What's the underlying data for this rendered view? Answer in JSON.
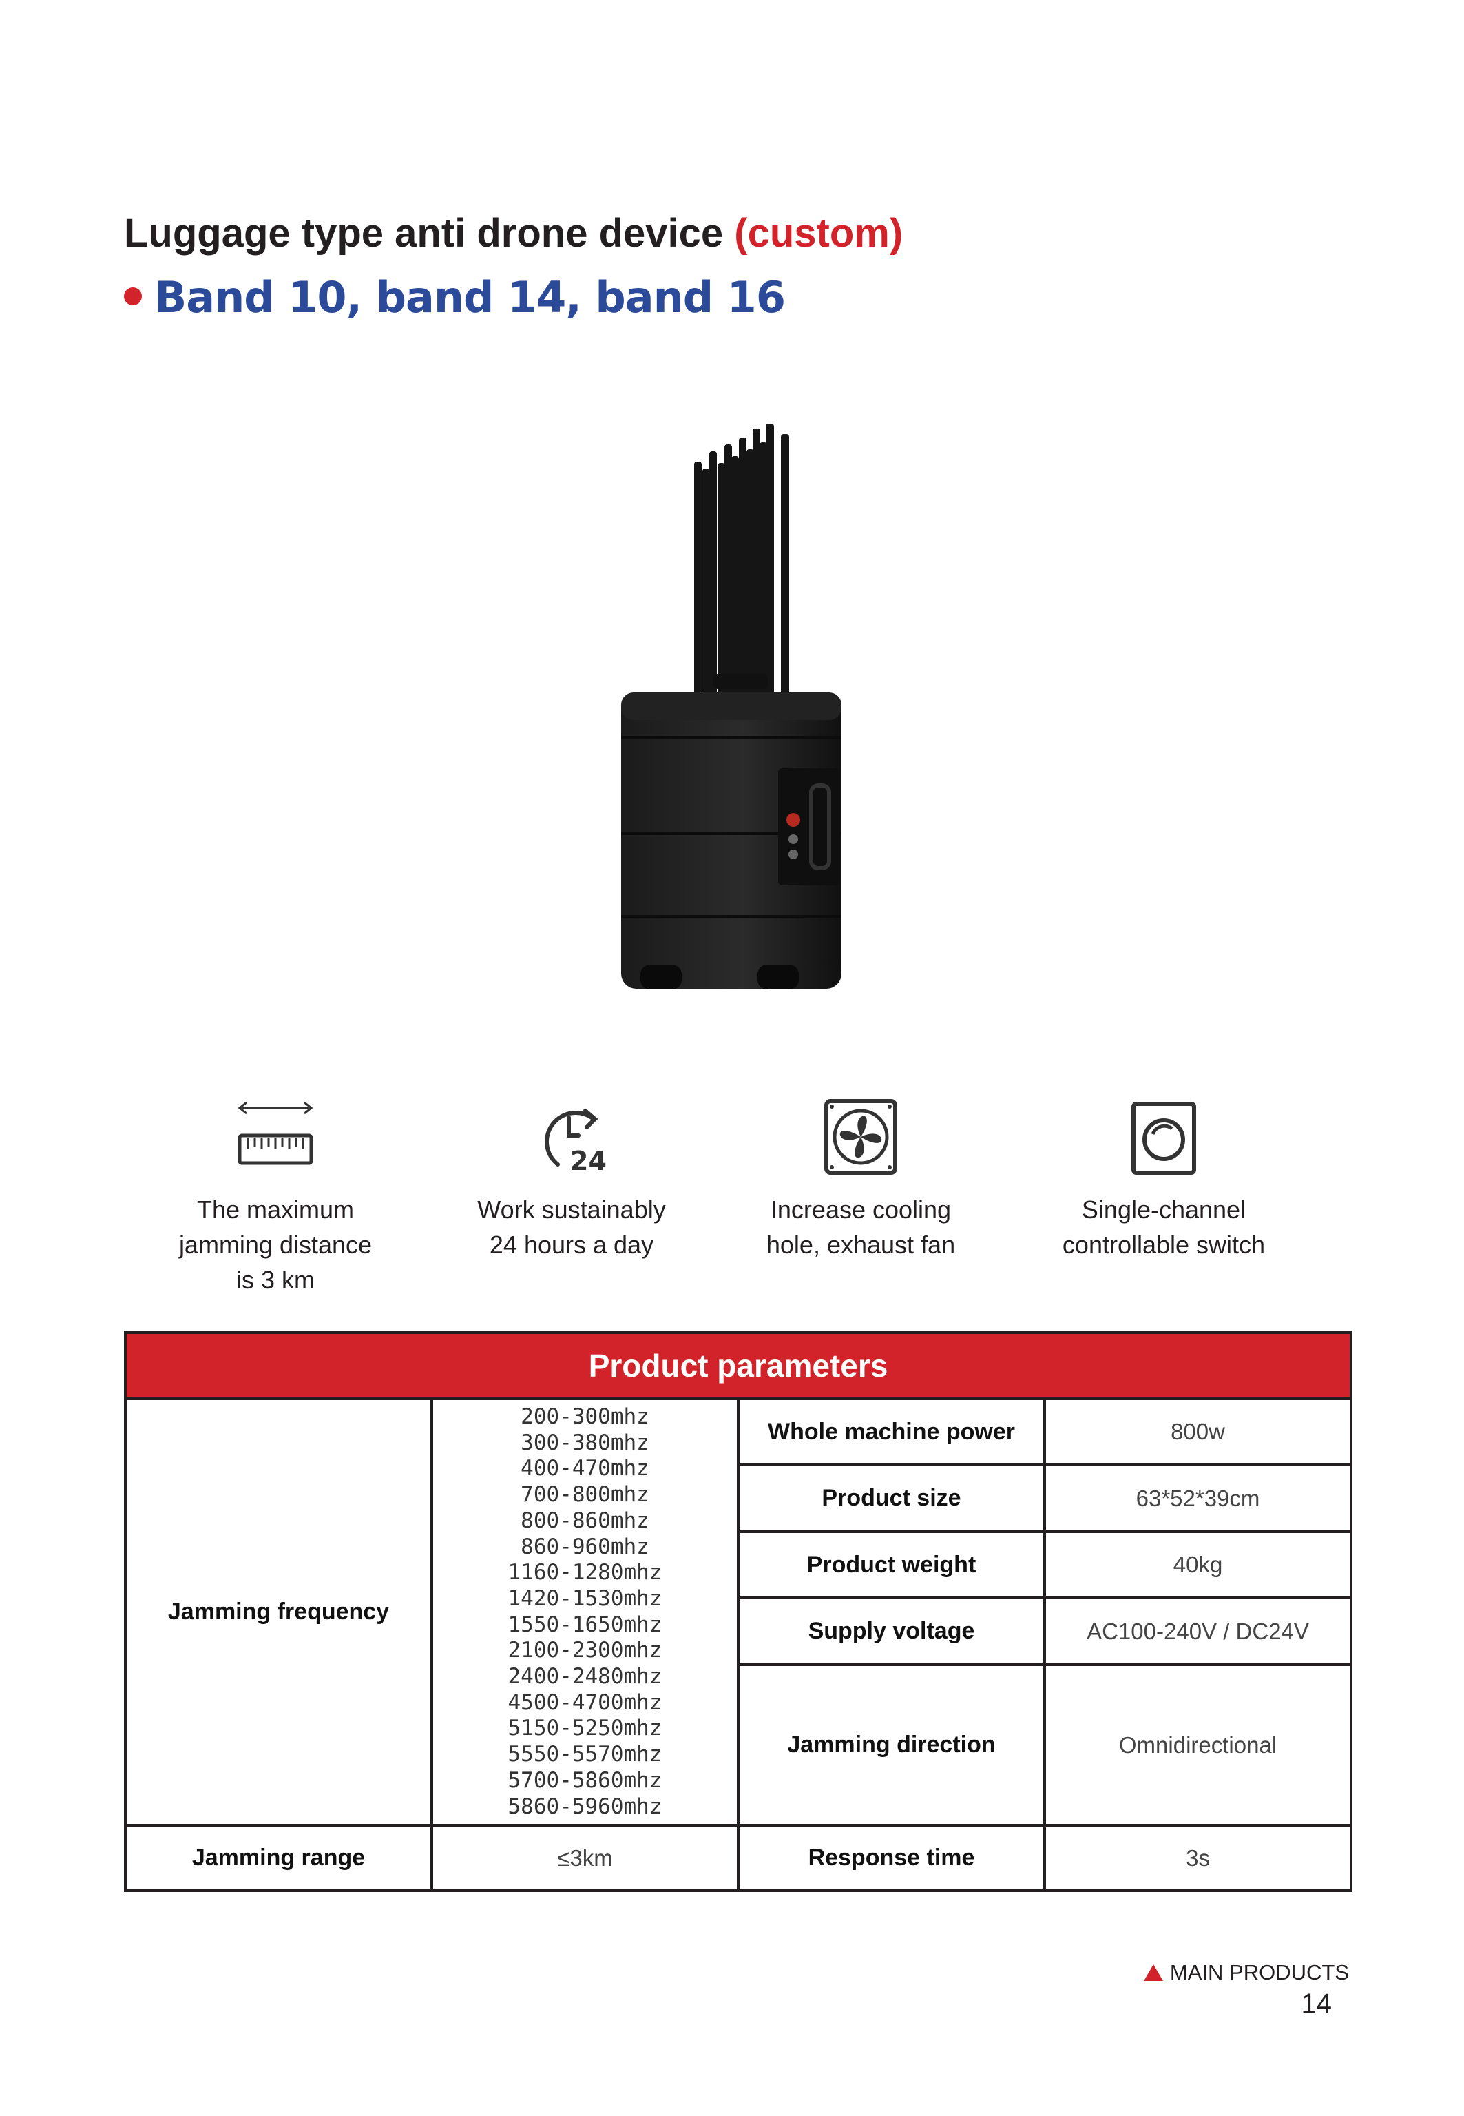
{
  "header": {
    "title": "Luggage type anti drone device",
    "title_accent": "(custom)",
    "subtitle": "Band 10, band 14, band 16"
  },
  "image": {
    "description_icon": "product-photo-jammer-suitcase"
  },
  "features": [
    {
      "icon": "ruler-distance-icon",
      "text": "The maximum\njamming distance\nis 3 km"
    },
    {
      "icon": "clock-24h-icon",
      "text": "Work sustainably\n24 hours a day"
    },
    {
      "icon": "fan-icon",
      "text": "Increase cooling\nhole, exhaust fan"
    },
    {
      "icon": "switch-icon",
      "text": "Single-channel\ncontrollable switch"
    }
  ],
  "table": {
    "header": "Product parameters",
    "jamming_frequency_label": "Jamming frequency",
    "frequencies": [
      "200-300mhz",
      "300-380mhz",
      "400-470mhz",
      "700-800mhz",
      "800-860mhz",
      "860-960mhz",
      "1160-1280mhz",
      "1420-1530mhz",
      "1550-1650mhz",
      "2100-2300mhz",
      "2400-2480mhz",
      "4500-4700mhz",
      "5150-5250mhz",
      "5550-5570mhz",
      "5700-5860mhz",
      "5860-5960mhz"
    ],
    "rows": [
      {
        "label": "Whole machine power",
        "value": "800w"
      },
      {
        "label": "Product size",
        "value": "63*52*39cm"
      },
      {
        "label": "Product weight",
        "value": "40kg"
      },
      {
        "label": "Supply voltage",
        "value": "AC100-240V / DC24V"
      },
      {
        "label": "Jamming direction",
        "value": "Omnidirectional"
      }
    ],
    "range_label": "Jamming range",
    "range_value": "≤3km",
    "response_label": "Response time",
    "response_value": "3s"
  },
  "footer": {
    "section": "MAIN PRODUCTS",
    "page_number": "14"
  },
  "colors": {
    "accent_red": "#d2232a",
    "subtitle_blue": "#2b4a9a",
    "text_dark": "#231f20"
  }
}
